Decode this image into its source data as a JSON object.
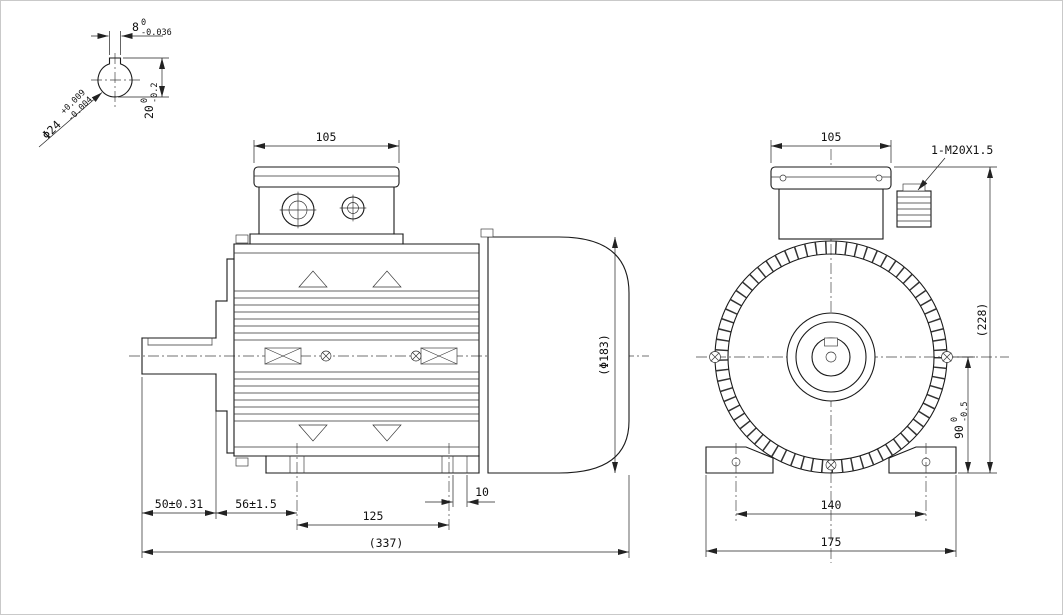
{
  "drawing": {
    "shaft_detail": {
      "key_width": "8",
      "key_width_tol_upper": "0",
      "key_width_tol_lower": "-0.036",
      "section_height": "20",
      "section_height_tol_upper": "0",
      "section_height_tol_lower": "-0.2",
      "shaft_diameter": "Φ24",
      "shaft_diameter_tol_upper": "+0.009",
      "shaft_diameter_tol_lower": "-0.004"
    },
    "side_view": {
      "terminal_box_width": "105",
      "shaft_length": "50±0.31",
      "shoulder_to_foot_hole": "56±1.5",
      "foot_hole_spacing": "125",
      "foot_pad_width": "10",
      "overall_length": "(337)",
      "frame_diameter": "(Φ183)"
    },
    "front_view": {
      "terminal_box_width": "105",
      "cable_gland_label": "1-M20X1.5",
      "overall_height": "(228)",
      "shaft_center_height": "90",
      "shaft_center_height_tol_upper": "0",
      "shaft_center_height_tol_lower": "-0.5",
      "foot_hole_spacing": "140",
      "foot_width": "175"
    }
  }
}
